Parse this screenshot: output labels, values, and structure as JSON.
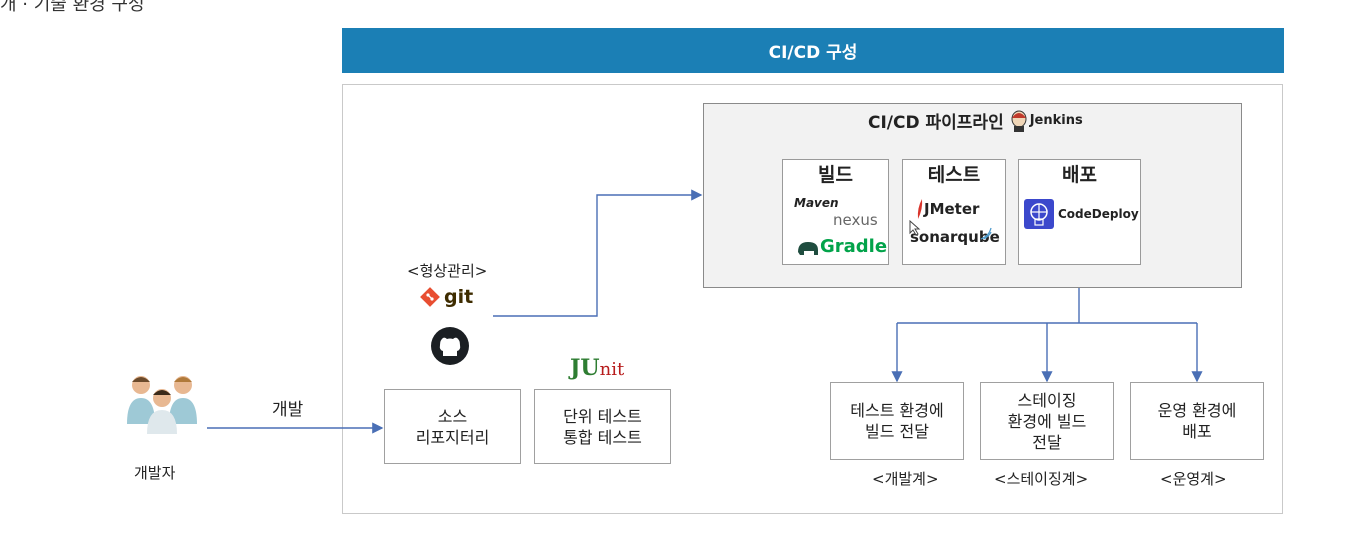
{
  "banner": {
    "title": "CI/CD 구성"
  },
  "pipeline": {
    "title": "CI/CD 파이프라인",
    "jenkins_label": "Jenkins",
    "stages": [
      {
        "title": "빌드",
        "tools": [
          "Maven",
          "nexus",
          "Gradle"
        ]
      },
      {
        "title": "테스트",
        "tools": [
          "JMeter",
          "sonarqube"
        ]
      },
      {
        "title": "배포",
        "tools": [
          "CodeDeploy"
        ]
      }
    ]
  },
  "scm": {
    "label": "<형상관리>",
    "git_label": "git"
  },
  "developer": {
    "label": "개발자",
    "action": "개발"
  },
  "boxes": {
    "source_repo": [
      "소스",
      "리포지터리"
    ],
    "unit_test": [
      "단위 테스트",
      "통합 테스트"
    ],
    "junit_logo": {
      "j": "JU",
      "rest": "nit"
    }
  },
  "deploy_targets": [
    {
      "lines": [
        "테스트 환경에",
        "빌드 전달"
      ],
      "env": "<개발계>"
    },
    {
      "lines": [
        "스테이징",
        "환경에 빌드",
        "전달"
      ],
      "env": "<스테이징계>"
    },
    {
      "lines": [
        "운영 환경에",
        "배포"
      ],
      "env": "<운영계>"
    }
  ],
  "colors": {
    "banner": "#1b7fb5",
    "arrow": "#4a6fb5"
  }
}
